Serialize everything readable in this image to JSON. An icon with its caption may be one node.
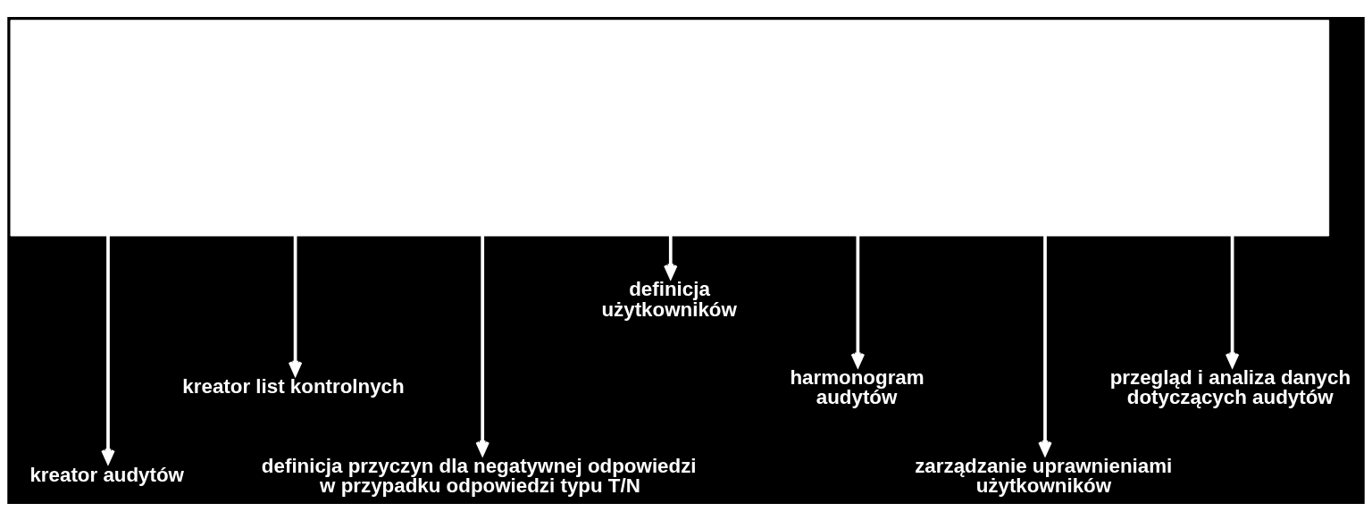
{
  "diagram": {
    "nodes": [
      {
        "text": [],
        "shape": "box"
      },
      {
        "text": [
          "kreator audytów"
        ]
      },
      {
        "text": [
          "kreator list kontrolnych"
        ]
      },
      {
        "text": [
          "definicja przyczyn dla negatywnej odpowiedzi w przypadku odpowiedzi typu T/N"
        ]
      },
      {
        "text": [
          "definicja użytkowników"
        ]
      },
      {
        "text": [
          "harmonogram audytów"
        ]
      },
      {
        "text": [
          "zarządzanie uprawnieniami użytkowników"
        ]
      },
      {
        "text": [
          "przegląd i analiza danych dotyczących audytów"
        ]
      }
    ],
    "edges": [
      {
        "from": 0,
        "to": 1,
        "arrow": "to"
      },
      {
        "from": 0,
        "to": 2,
        "arrow": "to"
      },
      {
        "from": 0,
        "to": 3,
        "arrow": "to"
      },
      {
        "from": 0,
        "to": 4,
        "arrow": "to"
      },
      {
        "from": 0,
        "to": 5,
        "arrow": "to"
      },
      {
        "from": 0,
        "to": 6,
        "arrow": "to"
      },
      {
        "from": 0,
        "to": 7,
        "arrow": "to"
      }
    ]
  }
}
